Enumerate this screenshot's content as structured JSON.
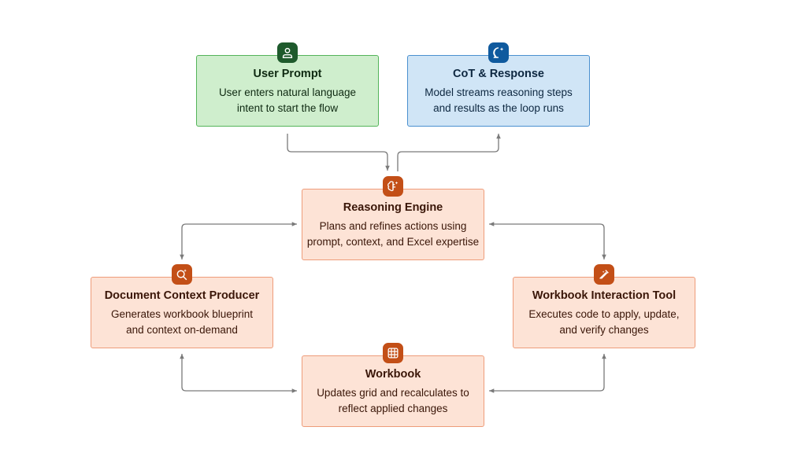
{
  "colors": {
    "green_badge": "#1e5a2c",
    "blue_badge": "#0f5a9e",
    "orange_badge": "#c34f17",
    "arrow": "#7a7a7a"
  },
  "nodes": {
    "user_prompt": {
      "title": "User Prompt",
      "desc1": "User enters natural language",
      "desc2": "intent to start the flow",
      "icon": "user-icon"
    },
    "cot_response": {
      "title": "CoT & Response",
      "desc1": "Model streams reasoning steps",
      "desc2": "and results as the loop runs",
      "icon": "chat-sparkle-icon"
    },
    "reasoning_engine": {
      "title": "Reasoning Engine",
      "desc1": "Plans and refines actions using",
      "desc2": "prompt, context, and Excel expertise",
      "icon": "brain-icon"
    },
    "document_context_producer": {
      "title": "Document Context Producer",
      "desc1": "Generates workbook blueprint",
      "desc2": "and context on-demand",
      "icon": "search-sparkle-icon"
    },
    "workbook_interaction_tool": {
      "title": "Workbook Interaction Tool",
      "desc1": "Executes code to apply, update,",
      "desc2": "and verify changes",
      "icon": "wand-icon"
    },
    "workbook": {
      "title": "Workbook",
      "desc1": "Updates grid and recalculates to",
      "desc2": "reflect applied changes",
      "icon": "grid-icon"
    }
  }
}
